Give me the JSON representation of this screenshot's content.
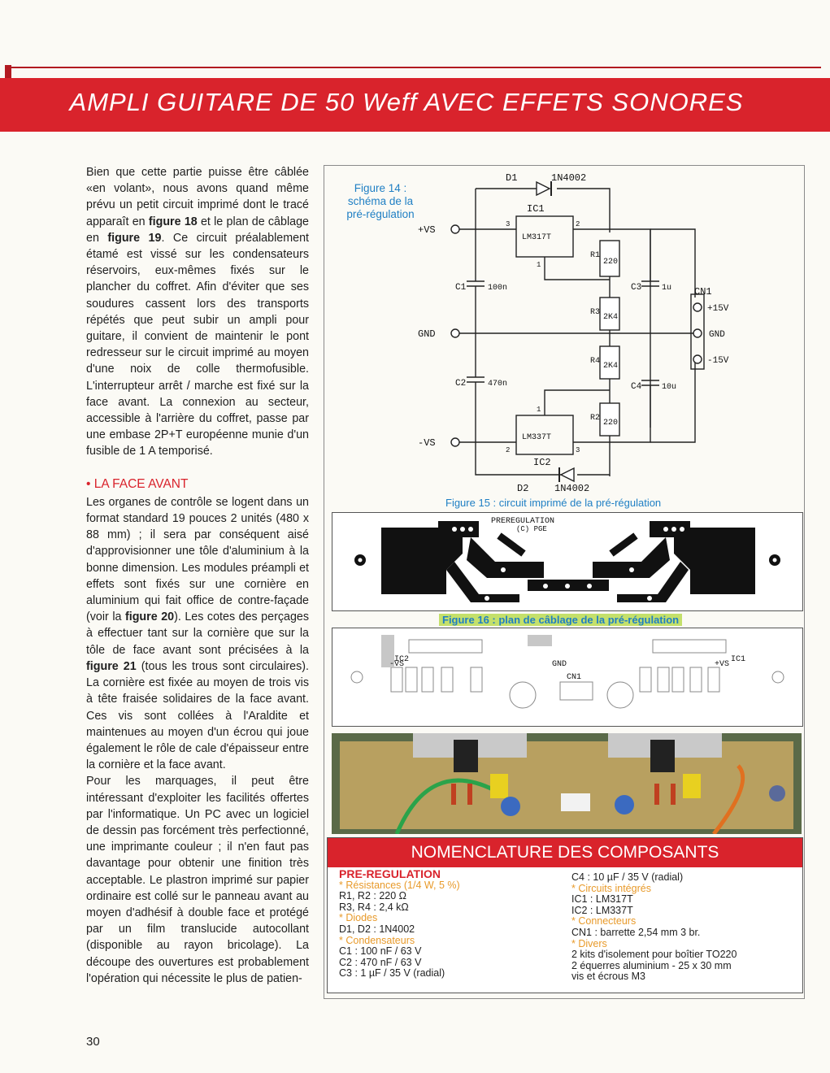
{
  "header": {
    "title": "AMPLI GUITARE DE 50 Weff AVEC EFFETS SONORES"
  },
  "article": {
    "p1_a": "Bien que cette partie puisse être câblée «en volant», nous avons quand même prévu un petit circuit imprimé dont le tracé apparaît en ",
    "p1_fig18": "figure 18",
    "p1_b": " et le plan de câblage en ",
    "p1_fig19": "figure 19",
    "p1_c": ". Ce circuit préalablement étamé est vissé sur les condensateurs réservoirs, eux-mêmes fixés sur le plancher du coffret. Afin d'éviter que ses soudures cassent lors des transports répétés que peut subir un ampli pour guitare, il convient de maintenir le pont redresseur sur le circuit imprimé au moyen d'une noix de colle thermofusible. L'interrupteur arrêt / marche est fixé sur la face avant. La connexion au secteur, accessible à l'arrière du coffret, passe par une embase 2P+T européenne munie d'un fusible de 1 A temporisé.",
    "section_title": "• LA FACE AVANT",
    "p2_a": "Les organes de contrôle se logent dans un format standard 19 pouces 2 unités (480 x 88 mm) ; il sera par conséquent aisé d'approvisionner une tôle d'aluminium à la bonne dimension. Les modules préampli et effets sont fixés sur une cornière en aluminium qui fait office de contre-façade (voir la ",
    "p2_fig20": "figure 20",
    "p2_b": "). Les cotes des perçages à effectuer tant sur la cornière que sur la tôle de face avant sont précisées à la ",
    "p2_fig21": "figure 21",
    "p2_c": " (tous les trous sont circulaires). La cornière est fixée au moyen de trois vis à tête fraisée solidaires de la face avant. Ces vis sont collées à l'Araldite et maintenues au moyen d'un écrou qui joue également le rôle de cale d'épaisseur entre la cornière et la face avant.",
    "p3": "Pour les marquages, il peut être intéressant d'exploiter les facilités offertes par l'informatique. Un PC avec un logiciel de dessin pas forcément très perfectionné, une imprimante couleur ; il n'en faut pas davantage pour obtenir une finition très acceptable. Le plastron imprimé sur papier ordinaire est collé sur le panneau avant au moyen d'adhésif à double face et protégé par un film translucide autocollant (disponible au rayon bricolage). La découpe des ouvertures est probablement l'opération qui nécessite le plus de patien-"
  },
  "figures": {
    "fig14_caption": "Figure 14 : schéma de la pré-régulation",
    "fig15_caption": "Figure 15 : circuit imprimé de la pré-régulation",
    "fig16_caption": "Figure 16 : plan de câblage de la pré-régulation"
  },
  "schematic": {
    "d1": "D1",
    "d1_part": "1N4002",
    "ic1": "IC1",
    "ic1_part": "LM317T",
    "vs_plus": "+VS",
    "gnd": "GND",
    "vs_minus": "-VS",
    "c1": "C1",
    "c1_val": "100n",
    "c2": "C2",
    "c2_val": "470n",
    "r1": "R1",
    "r1_val": "220",
    "r3": "R3",
    "r3_val": "2K4",
    "r4": "R4",
    "r4_val": "2K4",
    "r2": "R2",
    "r2_val": "220",
    "c3": "C3",
    "c3_val": "1u",
    "c4": "C4",
    "c4_val": "10u",
    "cn1": "CN1",
    "p15": "+15V",
    "pgnd": "GND",
    "m15": "-15V",
    "ic2": "IC2",
    "ic2_part": "LM337T",
    "d2": "D2",
    "d2_part": "1N4002",
    "pin1": "1",
    "pin2": "2",
    "pin3": "3"
  },
  "pcb": {
    "label1": "PREREGULATION",
    "label2": "(C) PGE"
  },
  "layout": {
    "vs_minus": "-VS",
    "gnd": "GND",
    "vs_plus": "+VS",
    "cn1": "CN1",
    "ic2": "IC2",
    "ic1": "IC1"
  },
  "nomenclature": {
    "title": "NOMENCLATURE DES COMPOSANTS",
    "section": "PRE-REGULATION",
    "res_head": "* Résistances (1/4 W, 5 %)",
    "r12": "R1, R2 : 220 Ω",
    "r34": "R3, R4 : 2,4 kΩ",
    "diodes_head": "* Diodes",
    "d12": "D1, D2 : 1N4002",
    "cond_head": "* Condensateurs",
    "c1": "C1 : 100 nF / 63 V",
    "c2": "C2 : 470 nF / 63 V",
    "c3": "C3 : 1 µF / 35 V (radial)",
    "c4": "C4 : 10 µF / 35 V (radial)",
    "ci_head": "* Circuits intégrés",
    "ic1": "IC1 : LM317T",
    "ic2": "IC2 : LM337T",
    "conn_head": "* Connecteurs",
    "cn1": "CN1 : barrette 2,54 mm 3 br.",
    "div_head": "* Divers",
    "div1": "2 kits d'isolement pour boîtier TO220",
    "div2": "2 équerres aluminium - 25 x 30 mm",
    "div3": "vis et écrous M3"
  },
  "page": {
    "number": "30"
  }
}
